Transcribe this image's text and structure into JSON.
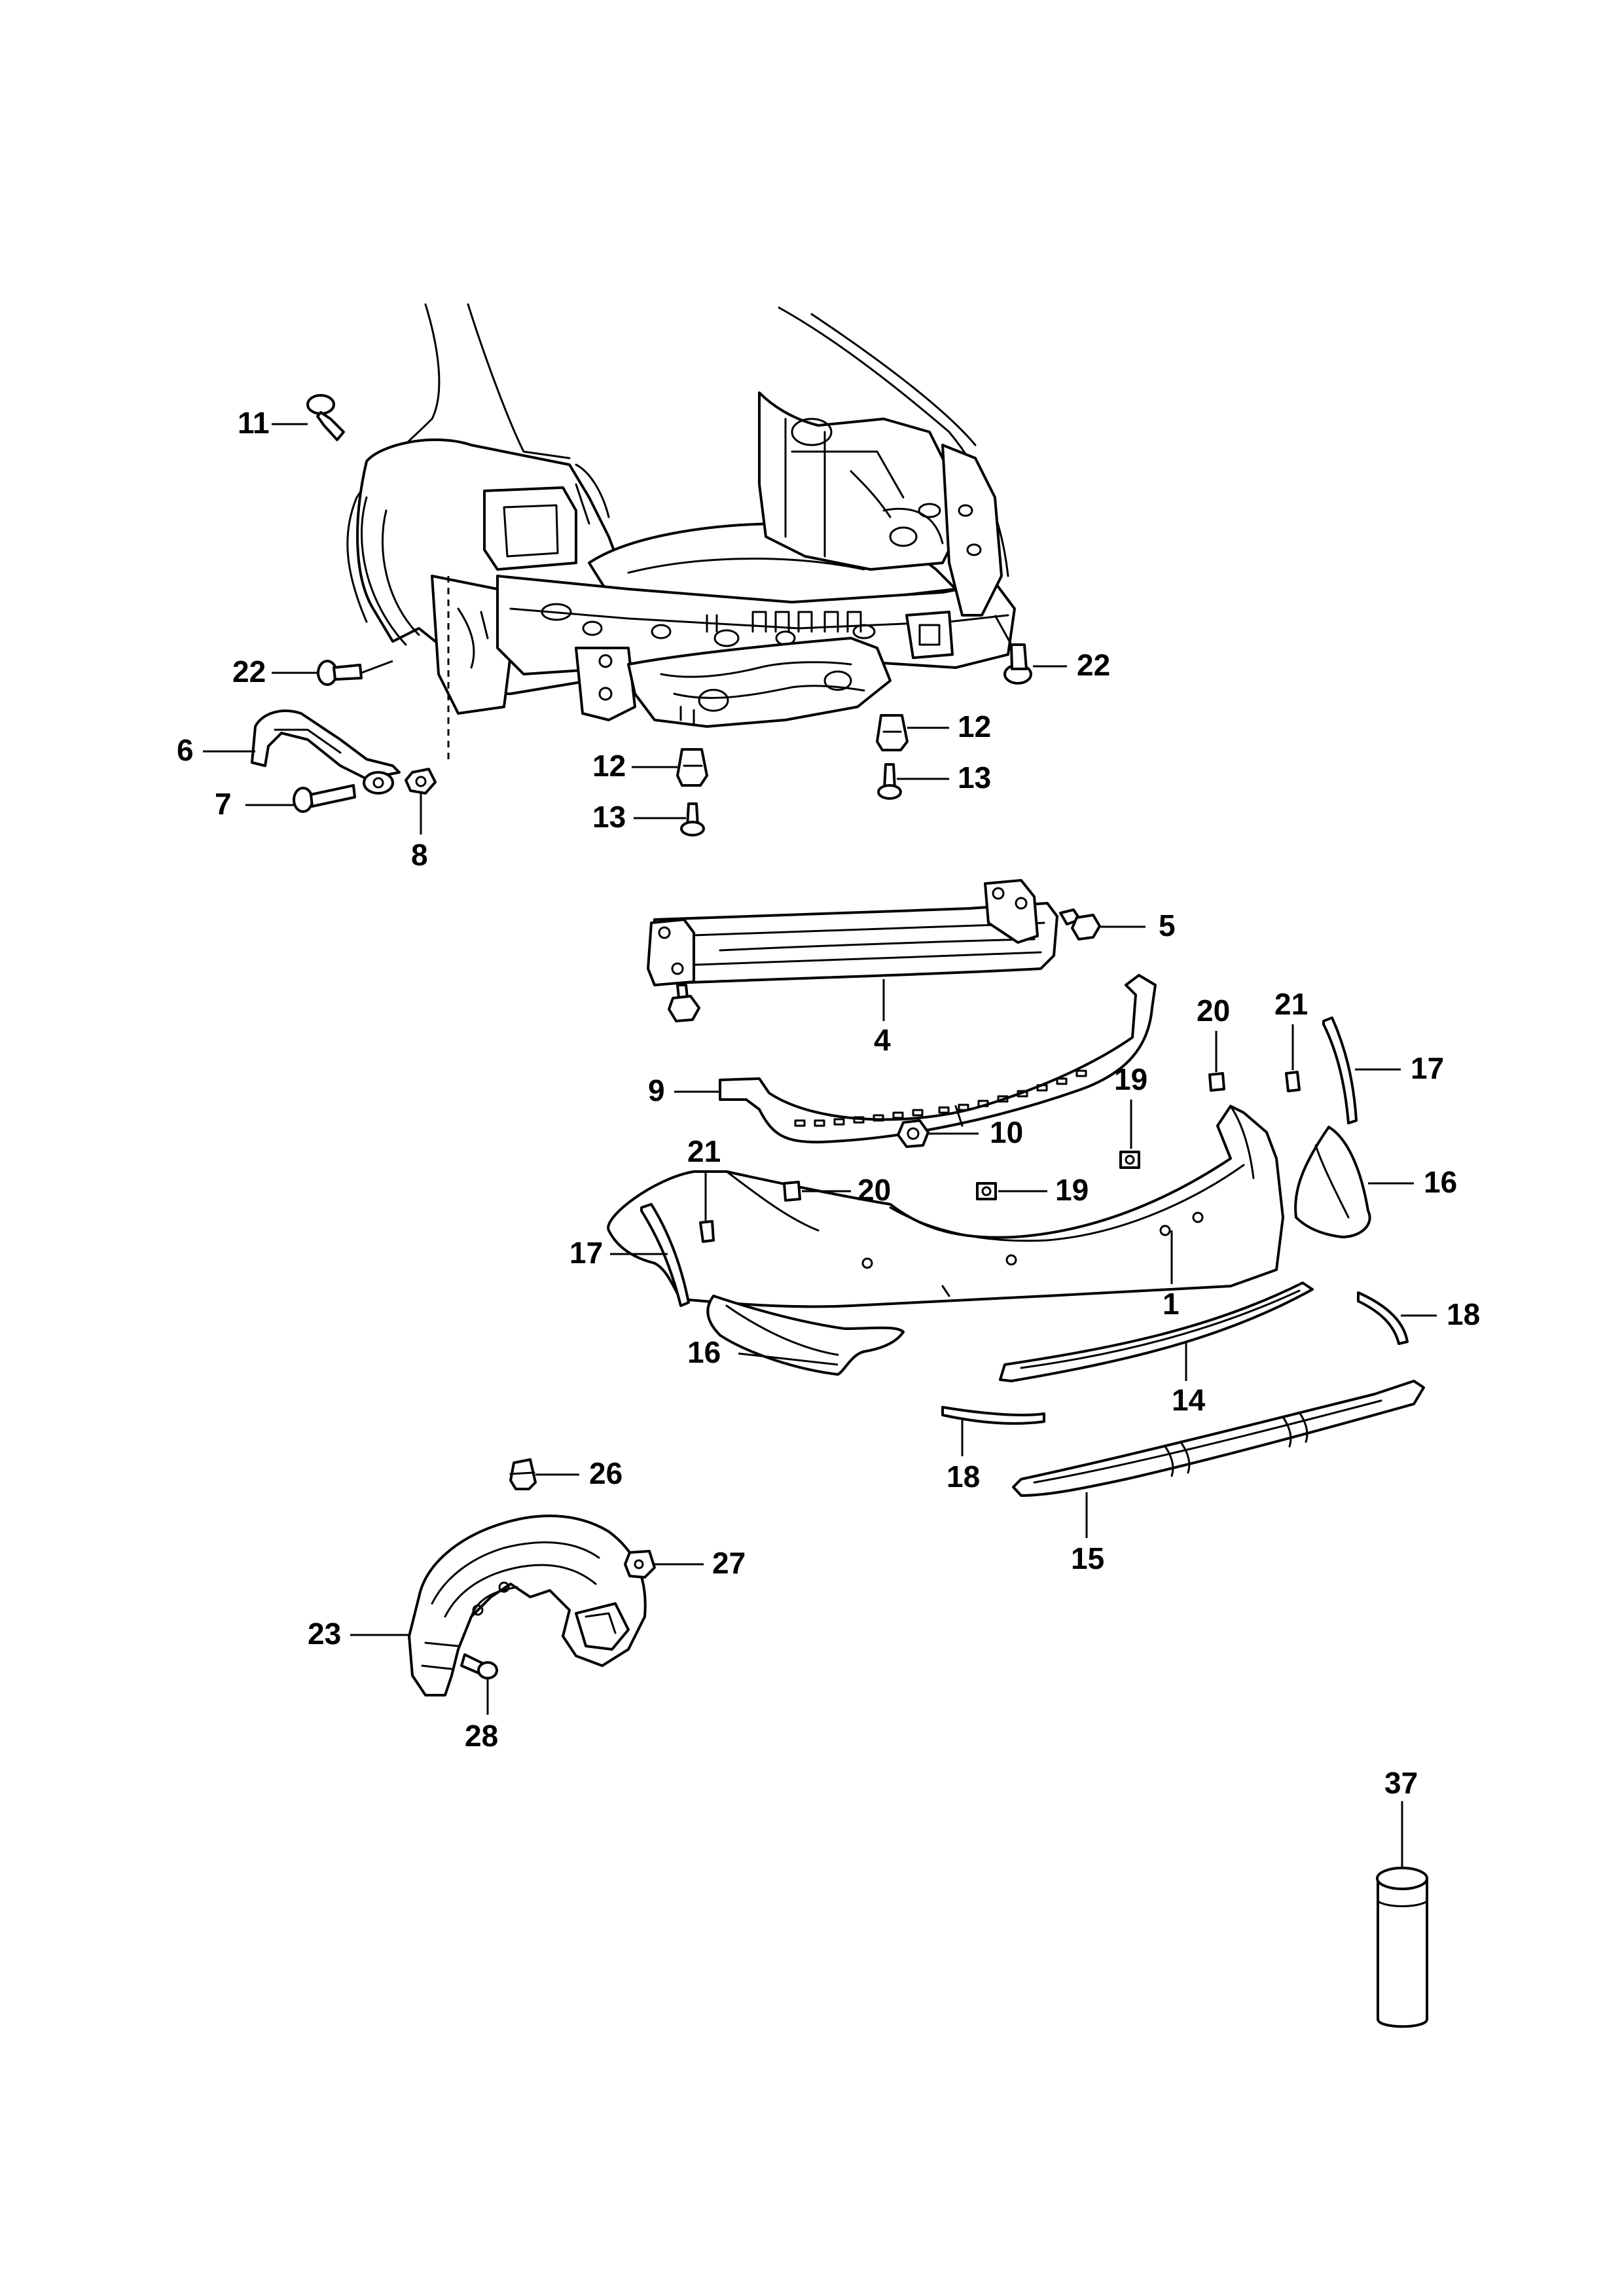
{
  "callouts": {
    "c1": "1",
    "c4": "4",
    "c5": "5",
    "c6": "6",
    "c7": "7",
    "c8": "8",
    "c9": "9",
    "c10": "10",
    "c11": "11",
    "c12a": "12",
    "c12b": "12",
    "c13a": "13",
    "c13b": "13",
    "c14": "14",
    "c15": "15",
    "c16a": "16",
    "c16b": "16",
    "c17a": "17",
    "c17b": "17",
    "c18a": "18",
    "c18b": "18",
    "c19a": "19",
    "c19b": "19",
    "c20a": "20",
    "c20b": "20",
    "c21a": "21",
    "c21b": "21",
    "c22a": "22",
    "c22b": "22",
    "c23": "23",
    "c26": "26",
    "c27": "27",
    "c28": "28",
    "c37": "37"
  }
}
